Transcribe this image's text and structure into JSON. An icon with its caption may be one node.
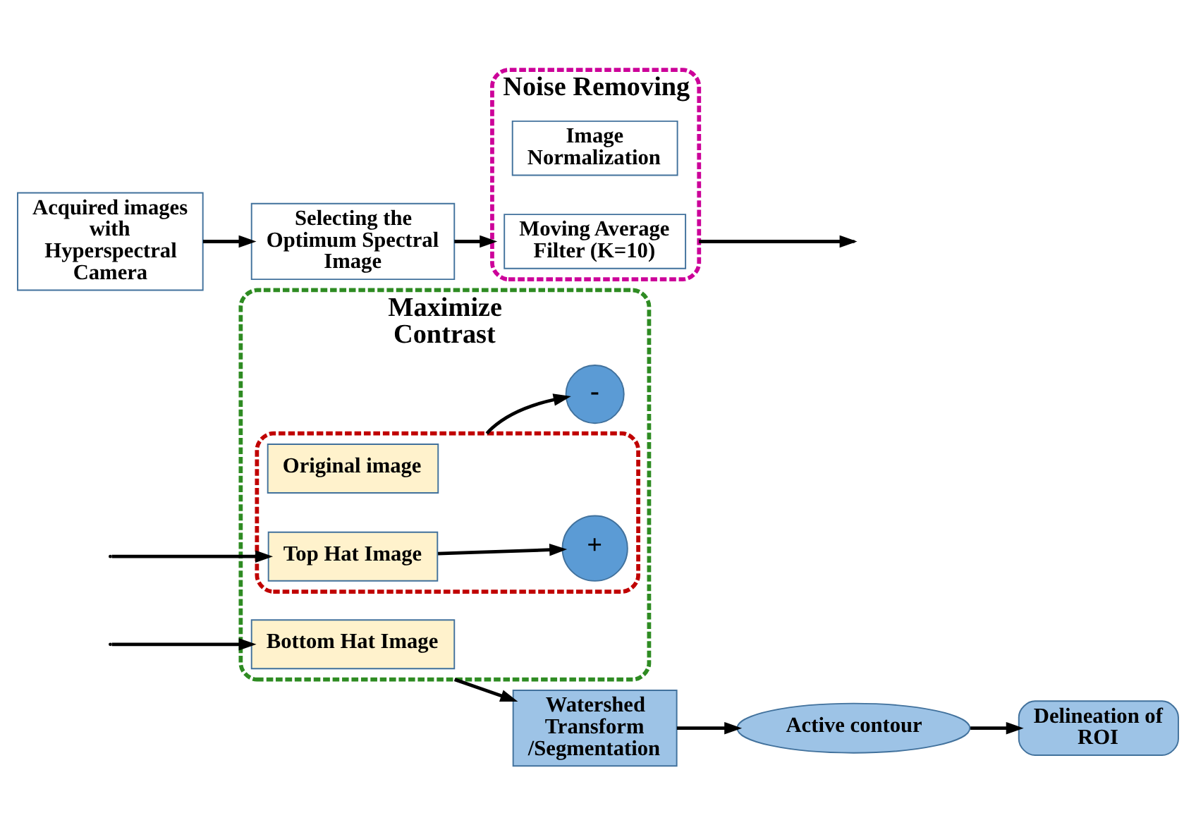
{
  "diagram": {
    "nodes": [
      {
        "text": [
          "Maximize Contrast"
        ]
      },
      {
        "text": [],
        "shape": "box",
        "in": 0
      },
      {
        "text": [
          "Original image"
        ],
        "in": 1
      },
      {
        "text": [
          "+"
        ],
        "in": 1
      },
      {
        "text": [
          "Top Hat Image"
        ],
        "in": 1
      },
      {
        "text": [
          "-"
        ],
        "in": 0
      },
      {
        "text": [
          "Bottom Hat Image"
        ],
        "in": 0
      },
      {
        "text": [
          "Watershed Transform /Segmentation"
        ]
      },
      {
        "text": [
          "Active contour"
        ]
      },
      {
        "text": [
          "Delineation of ROI"
        ]
      },
      {
        "text": [
          "Acquired images with Hyperspectral Camera"
        ]
      },
      {
        "text": [
          "Selecting the Optimum Spectral Image"
        ]
      },
      {
        "text": [
          "Noise Removing"
        ]
      },
      {
        "text": [
          "Image Normalization"
        ],
        "in": 12
      },
      {
        "text": [
          "Moving Average Filter (K=10)"
        ],
        "in": 12
      }
    ],
    "edges": [
      {
        "from": null,
        "to": 4,
        "arrow": "to"
      },
      {
        "from": null,
        "to": 6,
        "arrow": "to"
      },
      {
        "from": 4,
        "to": 3,
        "arrow": "to"
      },
      {
        "from": 1,
        "to": 5,
        "arrow": "to"
      },
      {
        "from": 0,
        "to": 7,
        "arrow": "to"
      },
      {
        "from": 7,
        "to": 8,
        "arrow": "to"
      },
      {
        "from": 8,
        "to": 9,
        "arrow": "to"
      },
      {
        "from": 10,
        "to": 11,
        "arrow": "to"
      },
      {
        "from": 11,
        "to": 12,
        "arrow": "to"
      },
      {
        "from": 12,
        "to": null,
        "arrow": "to"
      }
    ]
  }
}
